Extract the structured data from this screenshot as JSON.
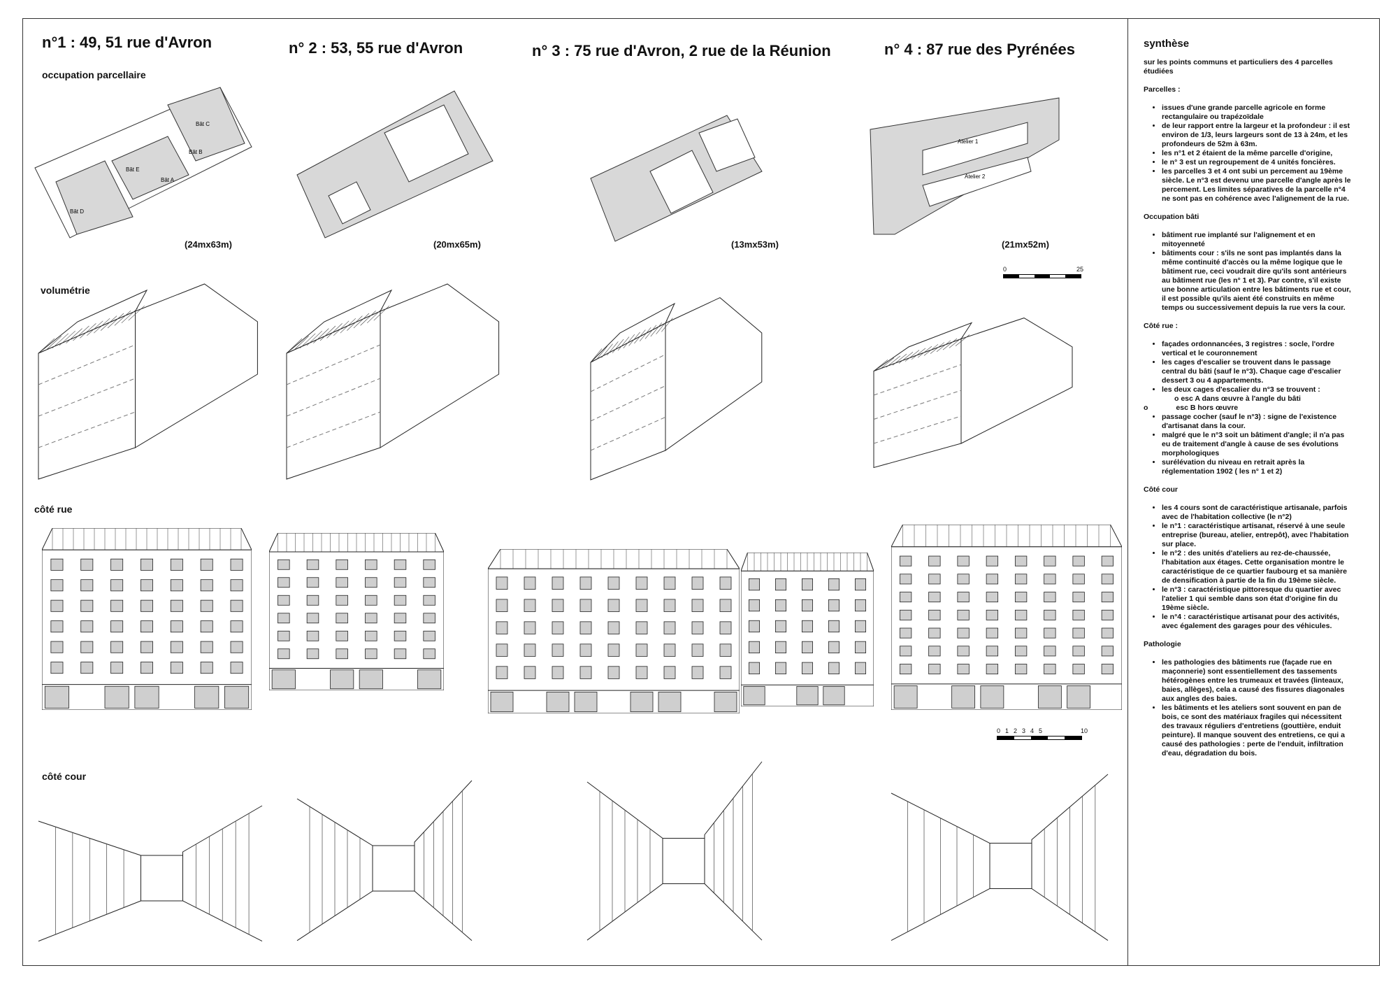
{
  "titles": [
    "n°1 : 49, 51 rue d'Avron",
    "n° 2 : 53, 55 rue d'Avron",
    "n° 3 : 75 rue d'Avron, 2 rue de la Réunion",
    "n° 4 : 87 rue des Pyrénées"
  ],
  "rows": {
    "plans": "occupation parcellaire",
    "volumes": "volumétrie",
    "rue": "côté rue",
    "cour": "côté cour"
  },
  "dimensions": [
    "(24mx63m)",
    "(20mx65m)",
    "(13mx53m)",
    "(21mx52m)"
  ],
  "scale1": {
    "start": "0",
    "end": "25"
  },
  "scale2": {
    "labels": [
      "0",
      "1",
      "2",
      "3",
      "4",
      "5",
      "10"
    ]
  },
  "plan_labels": {
    "p1": [
      "Bât C",
      "Bât E",
      "Bât B",
      "Bât A",
      "Bât D"
    ],
    "p4": [
      "Atelier 1",
      "Atelier 2"
    ]
  },
  "synthese": {
    "title": "synthèse",
    "intro": "sur les points communs et particuliers des 4 parcelles étudiées",
    "sections": [
      {
        "heading": "Parcelles :",
        "items": [
          "issues d'une grande parcelle agricole en forme rectangulaire ou trapézoïdale",
          "de leur rapport entre la largeur et la profondeur : il est environ de 1/3, leurs largeurs sont de 13 à 24m, et les profondeurs de 52m à 63m.",
          "les n°1 et 2 étaient de la même parcelle d'origine,",
          "le n° 3 est un regroupement de 4 unités foncières.",
          "les parcelles 3 et 4 ont subi un percement au 19ème siècle. Le n°3 est devenu une parcelle d'angle après le percement. Les limites séparatives de la parcelle n°4 ne sont pas en cohérence avec l'alignement de la rue."
        ]
      },
      {
        "heading": "Occupation bâti",
        "items": [
          "bâtiment rue implanté sur l'alignement et en mitoyenneté",
          "bâtiments cour : s'ils ne sont pas implantés dans la même continuité d'accès ou la même logique que le bâtiment rue, ceci voudrait dire qu'ils sont antérieurs au bâtiment rue (les n° 1 et 3). Par contre, s'il existe une bonne articulation entre les bâtiments rue et cour, il est possible qu'ils aient été construits en même temps ou successivement depuis la rue vers la cour."
        ]
      },
      {
        "heading": "Côté rue :",
        "items": [
          "façades ordonnancées, 3 registres : socle, l'ordre vertical et le couronnement",
          "les cages d'escalier se trouvent dans le passage central du bâti (sauf le n°3). Chaque cage d'escalier dessert 3 ou 4 appartements.",
          "les deux cages d'escalier du n°3 se trouvent :"
        ],
        "subitems": [
          "esc A dans œuvre à l'angle du bâti",
          "esc B hors œuvre"
        ],
        "items_after": [
          "passage cocher (sauf le n°3) : signe de l'existence d'artisanat dans la cour.",
          "malgré que le n°3 soit un bâtiment d'angle; il n'a pas eu de traitement d'angle à cause de ses évolutions morphologiques",
          "surélévation du niveau en retrait après la réglementation 1902 ( les n° 1 et 2)"
        ]
      },
      {
        "heading": "Côté cour",
        "items": [
          "les 4 cours sont de caractéristique  artisanale, parfois avec de l'habitation collective (le n°2)",
          "le n°1 : caractéristique artisanat, réservé à une seule entreprise (bureau, atelier, entrepôt), avec l'habitation sur place.",
          "le n°2 : des unités d'ateliers au rez-de-chaussée, l'habitation aux étages. Cette organisation montre le caractéristique de ce quartier faubourg et sa manière de densification à partie de la fin du 19ème siècle.",
          "le n°3 : caractéristique pittoresque du quartier avec l'atelier 1 qui semble dans son état d'origine fin du 19ème siècle.",
          "le n°4 : caractéristique artisanat pour des activités, avec également des garages pour des véhicules."
        ]
      },
      {
        "heading": "Pathologie",
        "items": [
          "les pathologies des bâtiments rue (façade rue en maçonnerie) sont essentiellement des tassements hétérogènes entre les trumeaux et travées (linteaux, baies, allèges), cela a causé des fissures diagonales aux angles des baies.",
          "les bâtiments et les ateliers sont souvent en pan de bois, ce sont des matériaux fragiles qui nécessitent des travaux réguliers d'entretiens (gouttière, enduit peinture). Il manque souvent des entretiens, ce qui a causé des pathologies : perte de l'enduit, infiltration d'eau, dégradation du bois."
        ]
      }
    ]
  }
}
